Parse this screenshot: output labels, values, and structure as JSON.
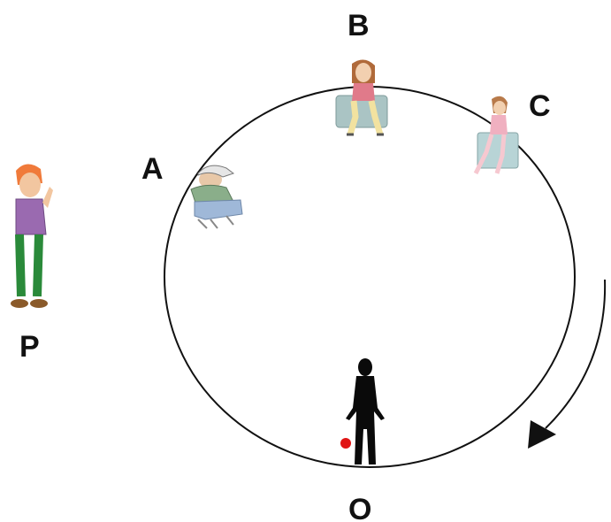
{
  "labels": {
    "a": "A",
    "b": "B",
    "c": "C",
    "o": "O",
    "p": "P"
  },
  "colors": {
    "line": "#111111",
    "ball": "#e01515",
    "silhouette": "#0a0a0a"
  },
  "figures": {
    "a": "crouching-boy-icon",
    "b": "sitting-girl-icon",
    "c": "sitting-girl-pink-icon",
    "o": "silhouette-person-icon",
    "p": "standing-boy-icon"
  },
  "rotation_direction": "clockwise"
}
